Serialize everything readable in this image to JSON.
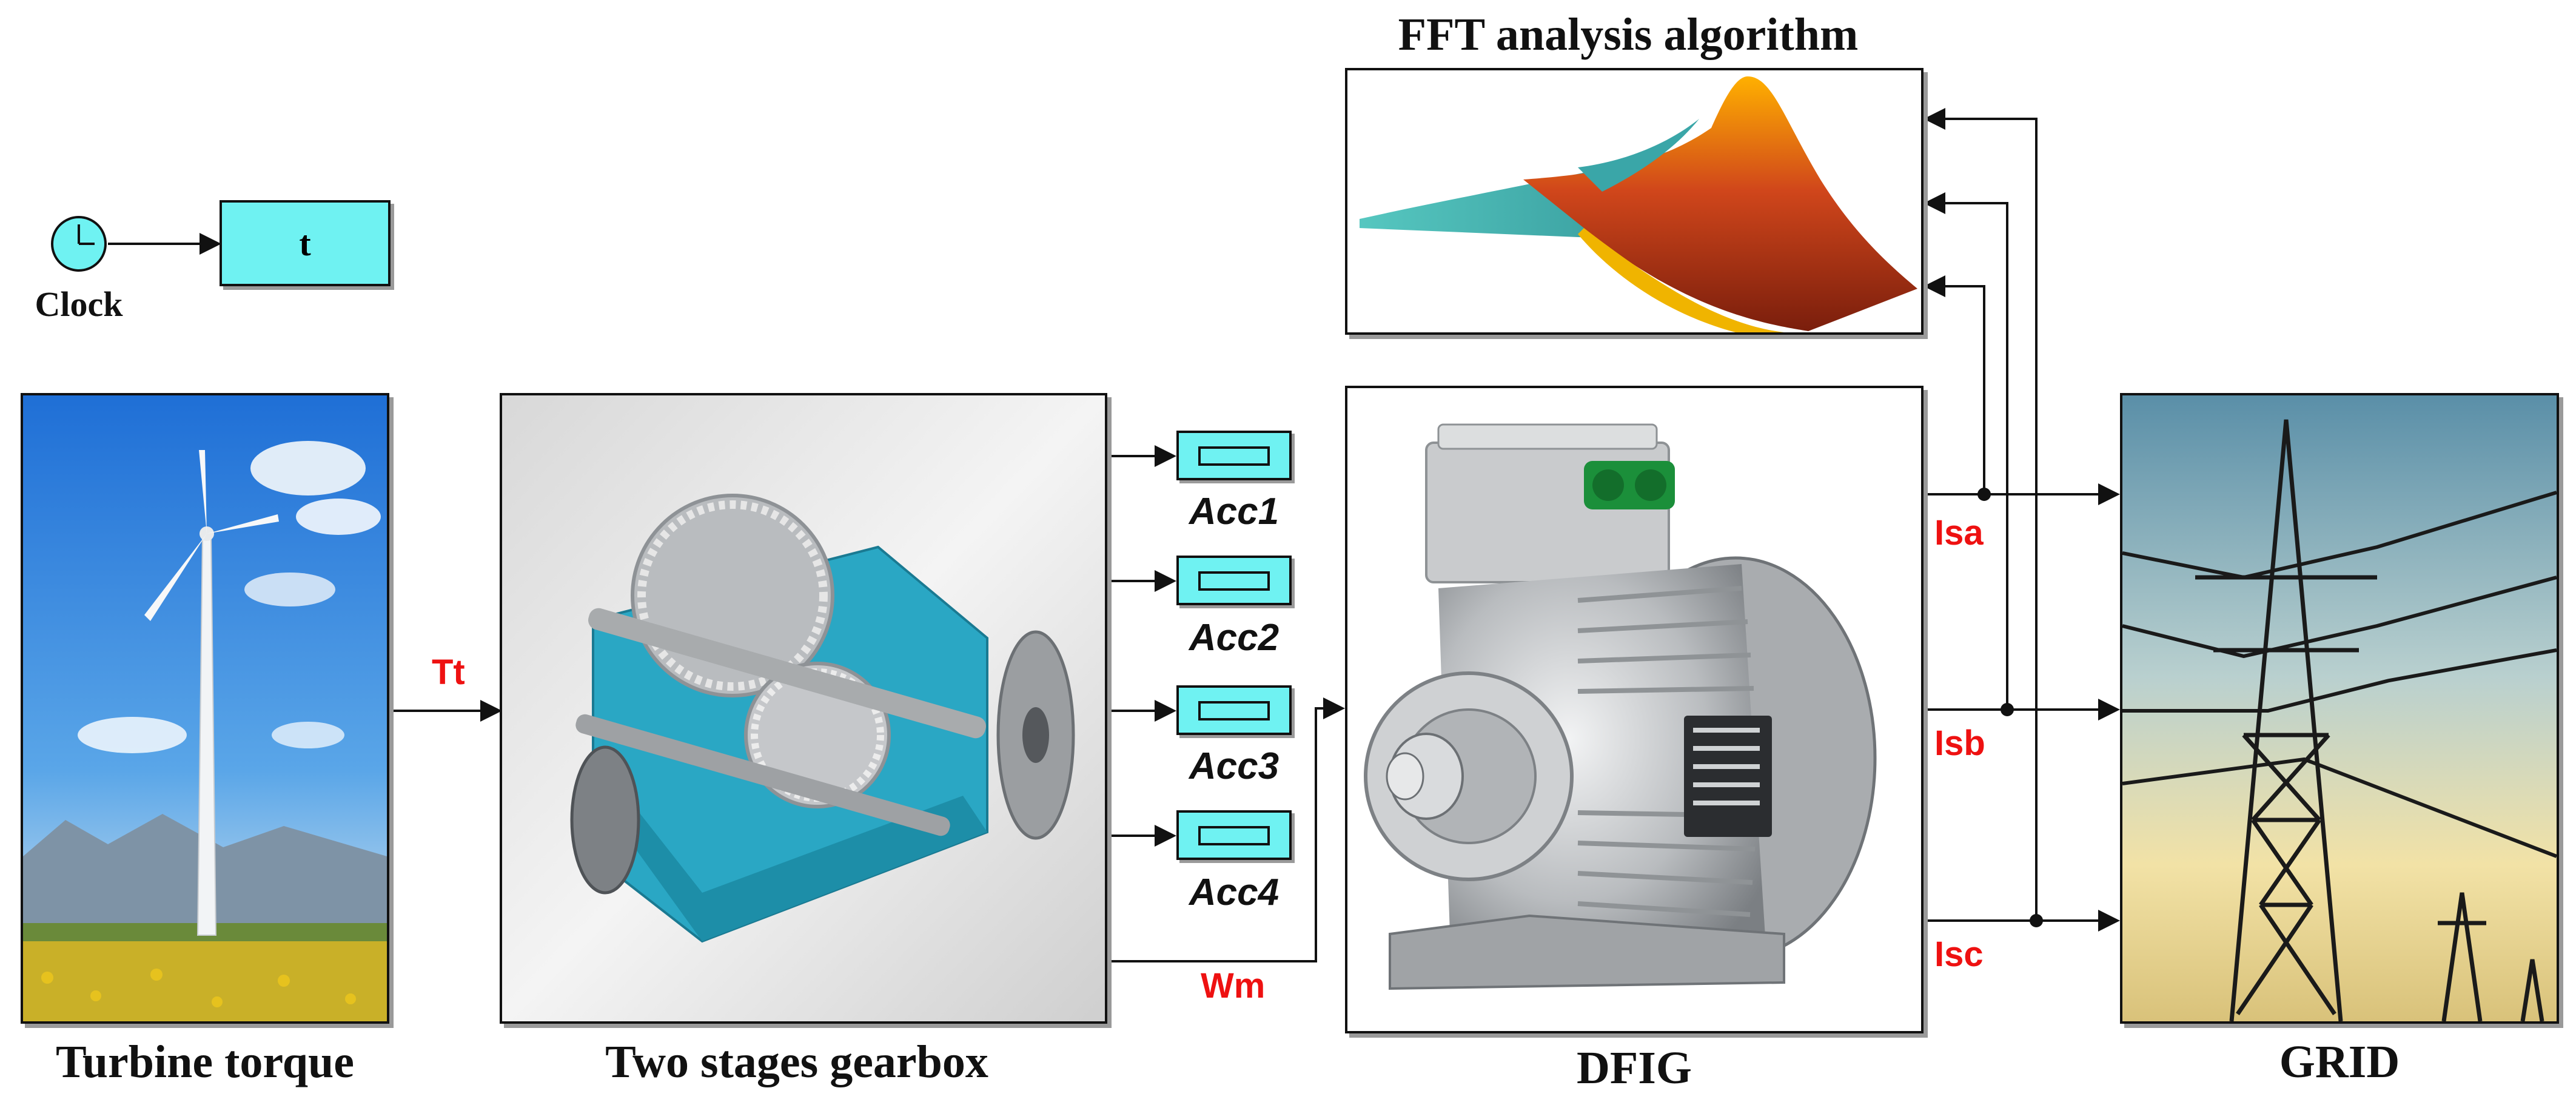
{
  "clock": {
    "label": "Clock",
    "output_block": "t"
  },
  "blocks": {
    "turbine": "Turbine torque",
    "gearbox": "Two stages gearbox",
    "dfig": "DFIG",
    "grid": "GRID",
    "fft": "FFT analysis algorithm"
  },
  "signals": {
    "tt": "Tt",
    "wm": "Wm",
    "isa": "Isa",
    "isb": "Isb",
    "isc": "Isc"
  },
  "scopes": [
    "Acc1",
    "Acc2",
    "Acc3",
    "Acc4"
  ],
  "colors": {
    "block_fill": "#6ff2f2",
    "signal_label": "#ee1111"
  },
  "icons": [
    "clock-icon",
    "wind-turbine-image",
    "gearbox-image",
    "motor-image",
    "power-tower-image",
    "matlab-surface-image",
    "scope-icon"
  ]
}
